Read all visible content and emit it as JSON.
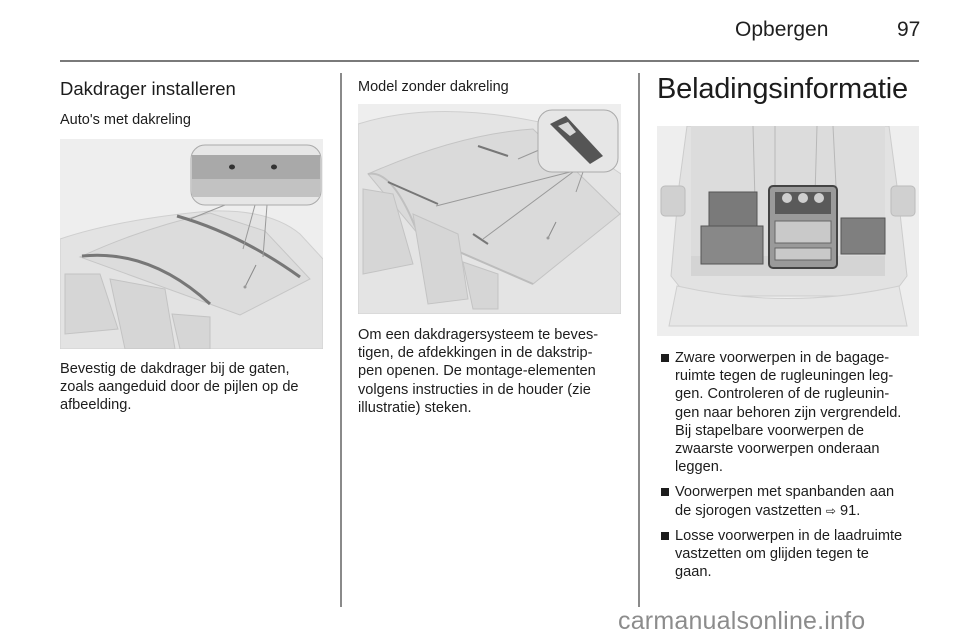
{
  "header": {
    "chapter_title": "Opbergen",
    "page_number": "97"
  },
  "column1": {
    "section_title": "Dakdrager installeren",
    "subsection_title": "Auto's met dakreling",
    "figure_label": "roof-rail-car-illustration",
    "body_lines": [
      "Bevestig de dakdrager bij de gaten,",
      "zoals aangeduid door de pijlen op de",
      "afbeelding."
    ]
  },
  "column2": {
    "subsection_title": "Model zonder dakreling",
    "figure_label": "roof-strip-car-illustration",
    "body_lines": [
      "Om een dakdragersysteem te beves-",
      "tigen, de afdekkingen in de dakstrip-",
      "pen openen. De montage-elementen",
      "volgens instructies in de houder (zie",
      "illustratie) steken."
    ]
  },
  "column3": {
    "section_title": "Beladingsinformatie",
    "figure_label": "cargo-loading-illustration",
    "bullets": [
      {
        "lines": [
          "Zware voorwerpen in de bagage-",
          "ruimte tegen de rugleuningen leg-",
          "gen. Controleren of de rugleunin-",
          "gen naar behoren zijn vergrendeld.",
          "Bij stapelbare voorwerpen de",
          "zwaarste voorwerpen onderaan",
          "leggen."
        ]
      },
      {
        "lines": [
          "Voorwerpen met spanbanden aan",
          "de sjorogen vastzetten"
        ],
        "xref_icon": "⇨",
        "xref_page": "91."
      },
      {
        "lines": [
          "Losse voorwerpen in de laadruimte",
          "vastzetten om glijden tegen te",
          "gaan."
        ]
      }
    ]
  },
  "watermark": "carmanualsonline.info",
  "colors": {
    "text": "#1c1c1c",
    "rule": "#7a7a7a",
    "figure_bg": "#ededed",
    "watermark": "#8c8c8c"
  }
}
